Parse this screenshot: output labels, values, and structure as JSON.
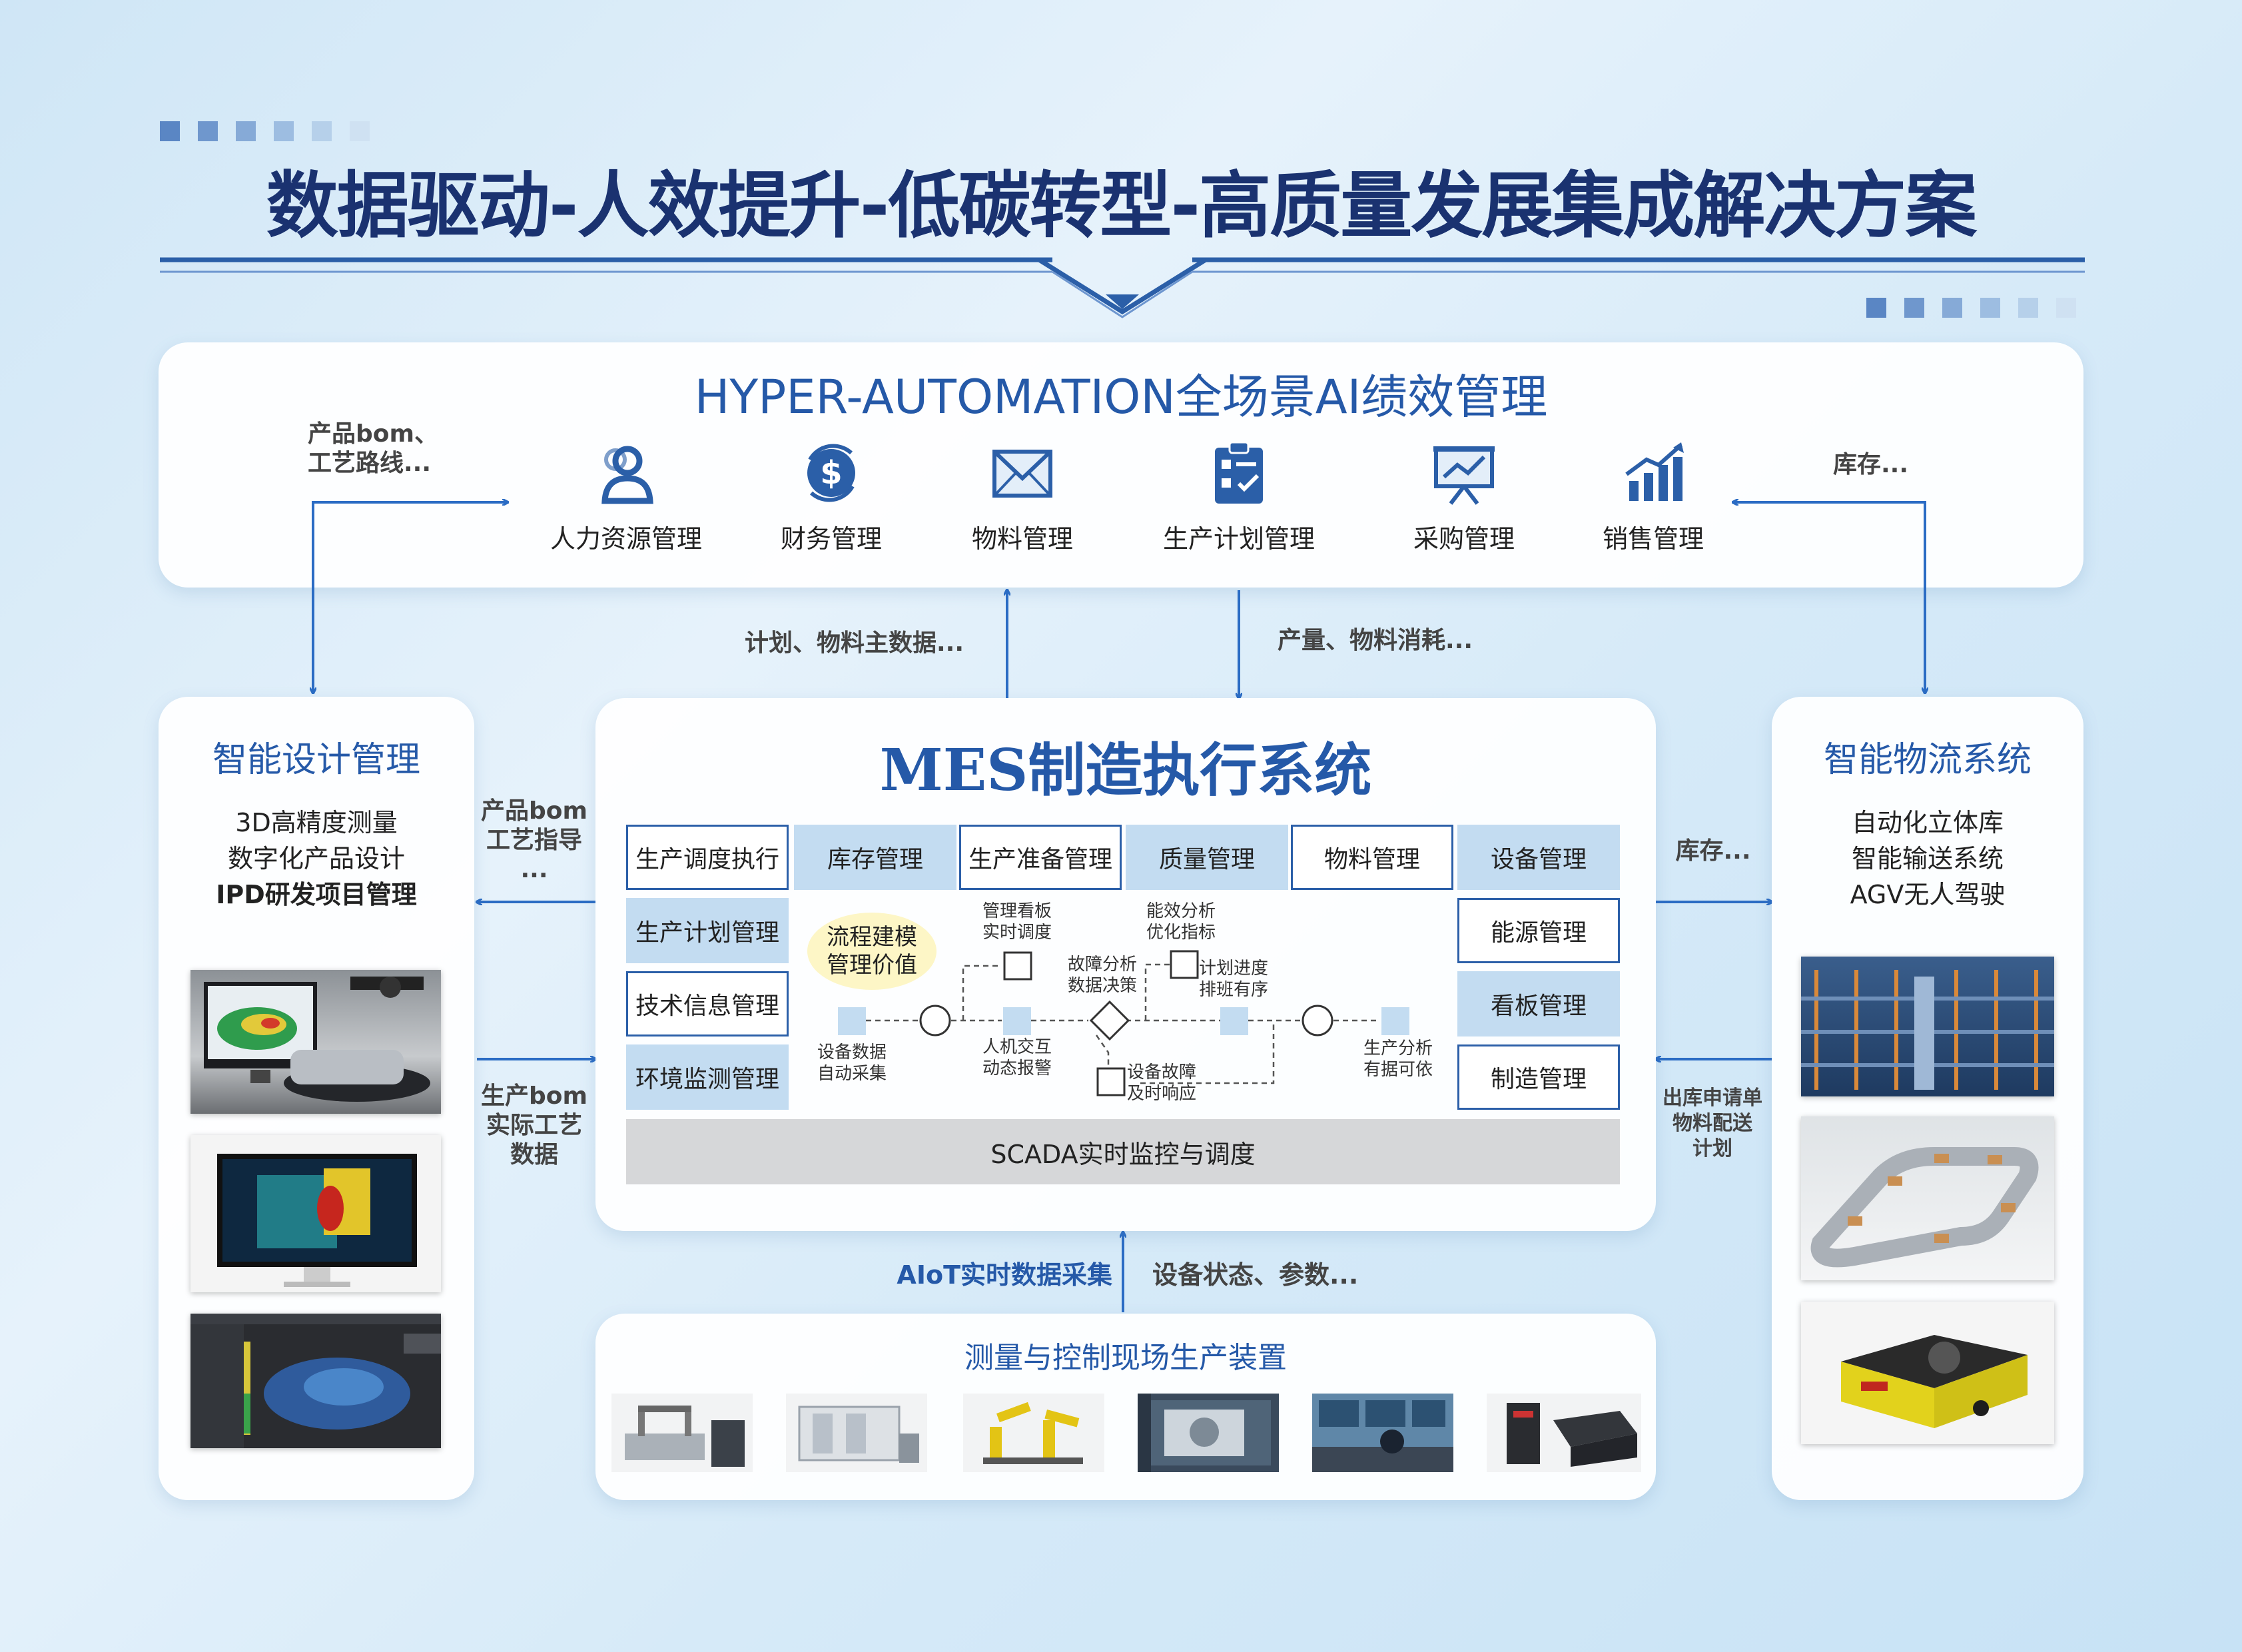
{
  "title": "数据驱动-人效提升-低碳转型-高质量发展集成解决方案",
  "erp": {
    "title": "HYPER-AUTOMATION全场景AI绩效管理",
    "items": [
      {
        "icon": "people-icon",
        "label": "人力资源管理"
      },
      {
        "icon": "dollar-cycle-icon",
        "label": "财务管理"
      },
      {
        "icon": "envelope-icon",
        "label": "物料管理"
      },
      {
        "icon": "clipboard-check-icon",
        "label": "生产计划管理"
      },
      {
        "icon": "presentation-board-icon",
        "label": "采购管理"
      },
      {
        "icon": "growth-chart-icon",
        "label": "销售管理"
      }
    ]
  },
  "arrows": {
    "top_left": "产品bom、\n工艺路线...",
    "top_right": "库存...",
    "mid_left": "计划、物料主数据...",
    "mid_right": "产量、物料消耗...",
    "design_to_mes_top": "产品bom\n工艺指导\n...",
    "mes_to_design_bottom": "生产bom\n实际工艺\n数据",
    "logistics_top": "库存...",
    "logistics_bottom": "出库申请单\n物料配送\n计划",
    "aiot_left": "AIoT实时数据采集",
    "aiot_right": "设备状态、参数..."
  },
  "design": {
    "title": "智能设计管理",
    "lines": [
      "3D高精度测量",
      "数字化产品设计",
      "IPD研发项目管理"
    ]
  },
  "logistics": {
    "title": "智能物流系统",
    "lines": [
      "自动化立体库",
      "智能输送系统",
      "AGV无人驾驶"
    ]
  },
  "mes": {
    "title": "MES制造执行系统",
    "top_modules": [
      "生产调度执行",
      "库存管理",
      "生产准备管理",
      "质量管理",
      "物料管理",
      "设备管理"
    ],
    "left_modules": [
      "生产计划管理",
      "技术信息管理",
      "环境监测管理"
    ],
    "right_modules": [
      "能源管理",
      "看板管理",
      "制造管理"
    ],
    "bubble": "流程建模\n管理价值",
    "flow": {
      "collect": "设备数据\n自动采集",
      "hmi": "人机交互\n动态报警",
      "board": "管理看板\n实时调度",
      "fault": "故障分析\n数据决策",
      "kpi": "能效分析\n优化指标",
      "plan": "计划进度\n排班有序",
      "response": "设备故障\n及时响应",
      "analysis": "生产分析\n有据可依"
    },
    "scada": "SCADA实时监控与调度"
  },
  "field": {
    "title": "测量与控制现场生产装置"
  },
  "colors": {
    "title": "#1a3270",
    "accent": "#2559a8",
    "module_fill": "#c3dcf1",
    "module_border": "#2b5fa8",
    "arrow": "#2b6cc4",
    "bubble": "#fdf6c6"
  }
}
